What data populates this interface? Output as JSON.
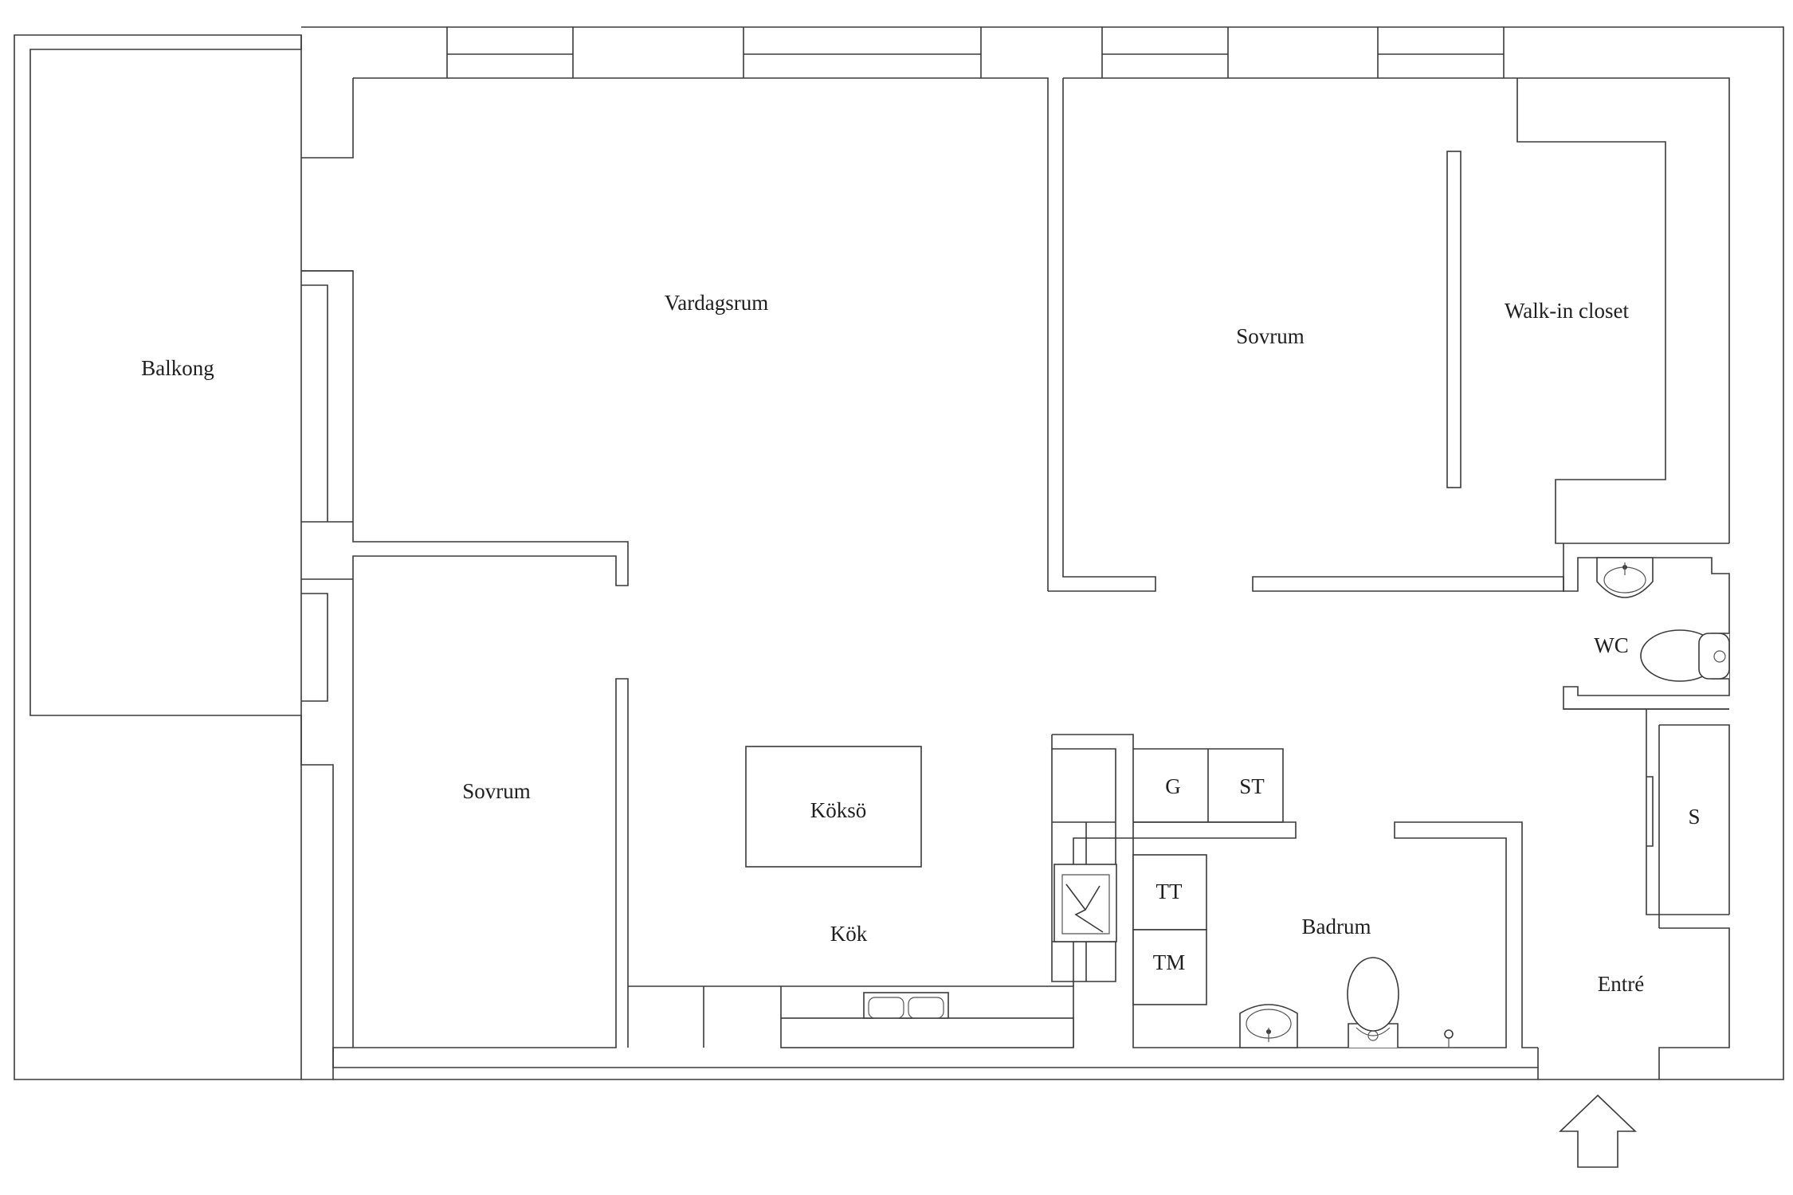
{
  "rooms": {
    "balkong": "Balkong",
    "vardagsrum": "Vardagsrum",
    "sovrum_main": "Sovrum",
    "walk_in_closet": "Walk-in closet",
    "sovrum_small": "Sovrum",
    "kokso": "Köksö",
    "kok": "Kök",
    "wc": "WC",
    "g": "G",
    "st": "ST",
    "s": "S",
    "tt": "TT",
    "tm": "TM",
    "badrum": "Badrum",
    "entre": "Entré"
  },
  "icons": {
    "entrance_arrow": "up-arrow-icon",
    "sink": "sink-icon",
    "toilet": "toilet-icon",
    "kitchen_sink": "double-sink-icon",
    "stove": "stove-icon"
  },
  "colors": {
    "line": "#3a3a3a",
    "background": "#ffffff"
  }
}
